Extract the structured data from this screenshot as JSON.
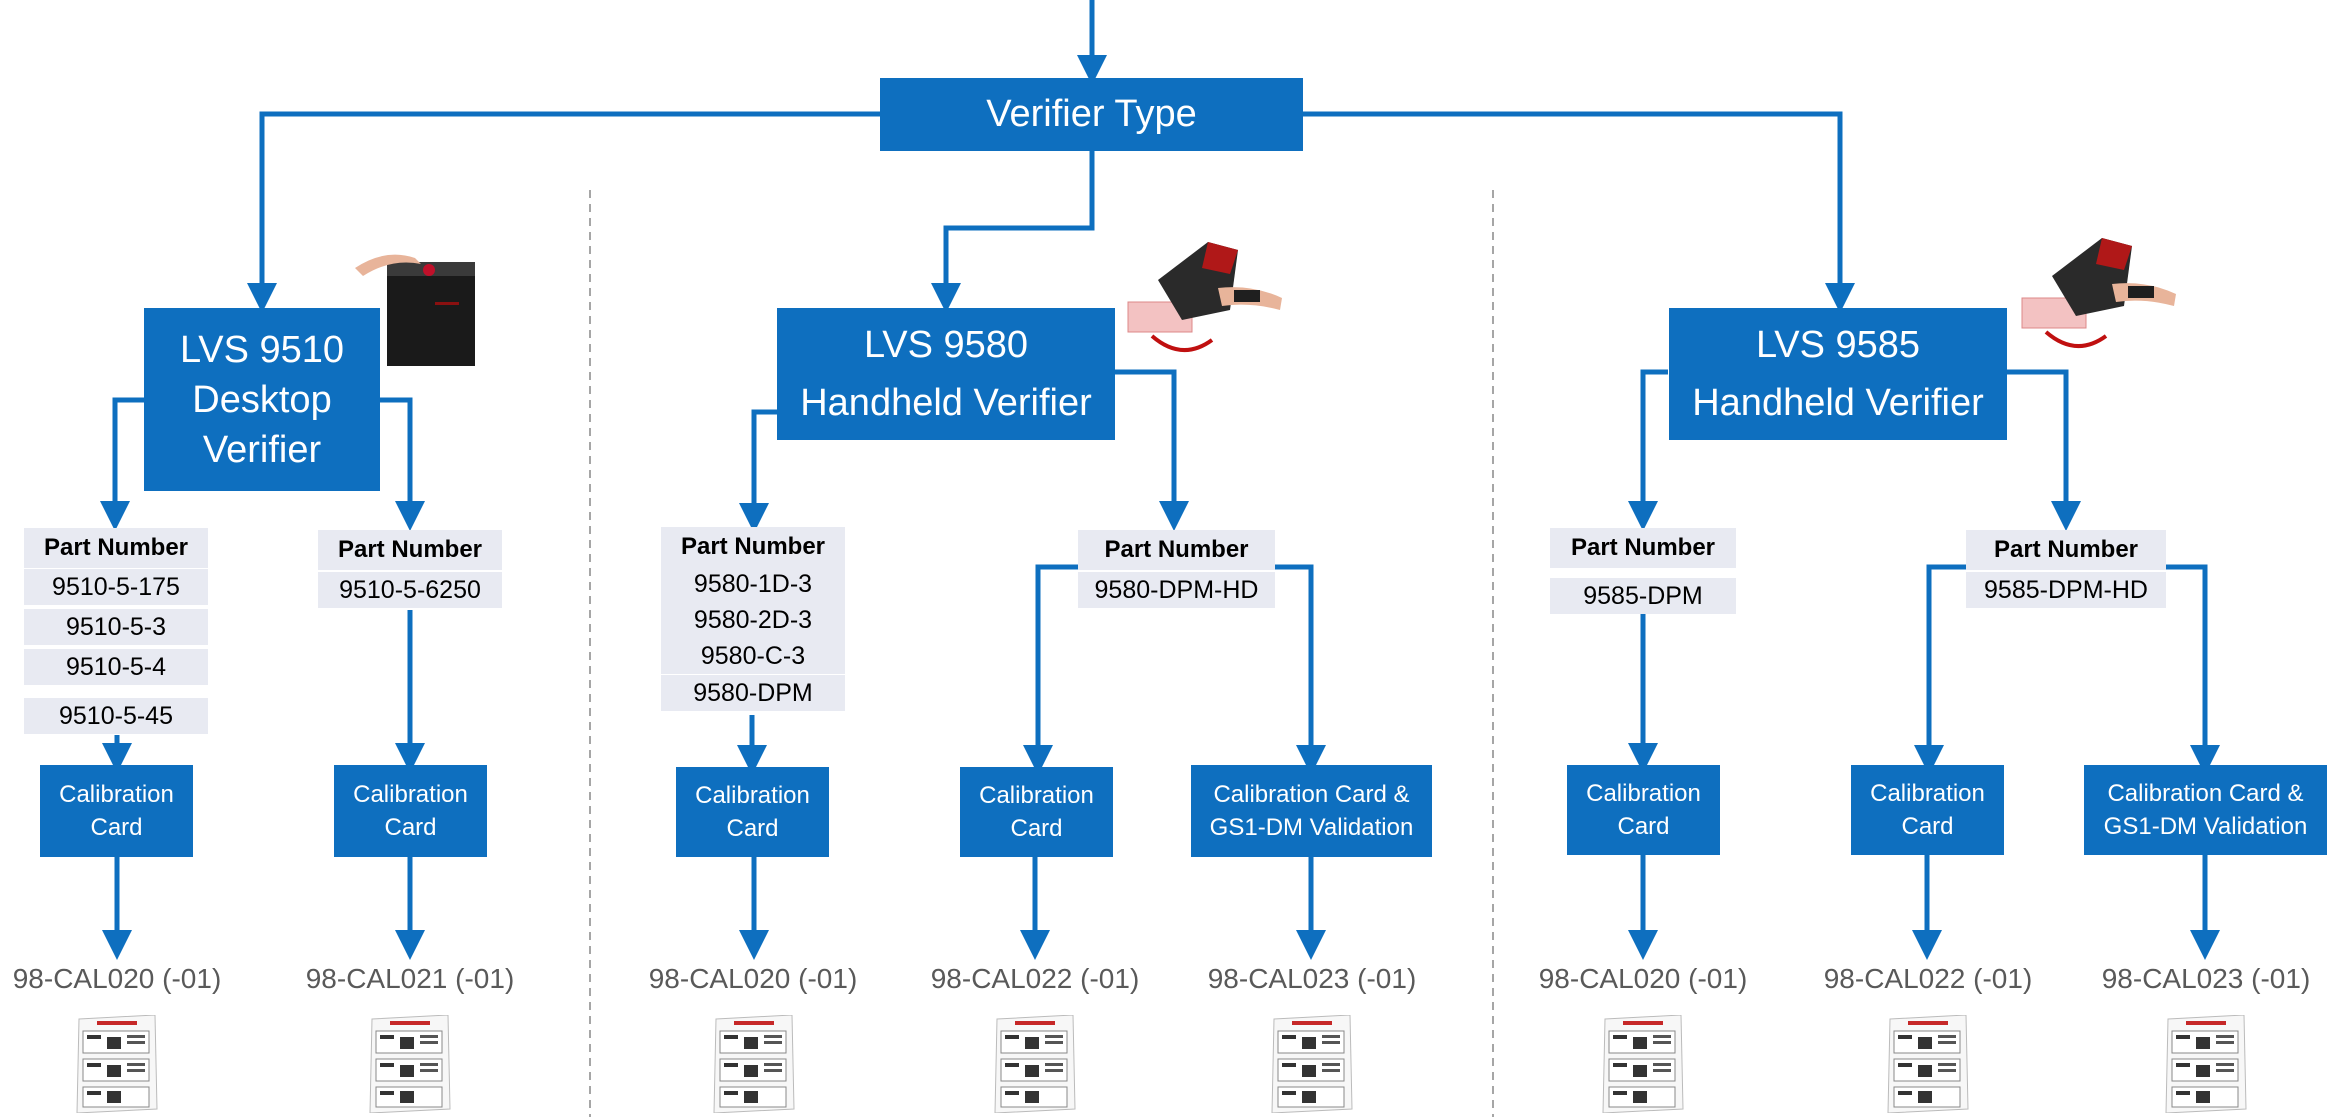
{
  "title": "Verifier Type",
  "models": [
    {
      "line1": "LVS 9510",
      "line2": "Desktop",
      "line3": "Verifier"
    },
    {
      "line1": "LVS 9580",
      "line2": "Handheld Verifier"
    },
    {
      "line1": "LVS 9585",
      "line2": "Handheld Verifier"
    }
  ],
  "part_header": "Part Number",
  "parts": {
    "p9510a": [
      "9510-5-175",
      "9510-5-3",
      "9510-5-4",
      "9510-5-45"
    ],
    "p9510b": [
      "9510-5-6250"
    ],
    "p9580a": [
      "9580-1D-3",
      "9580-2D-3",
      "9580-C-3",
      "9580-DPM"
    ],
    "p9580b": [
      "9580-DPM-HD"
    ],
    "p9585a": [
      "9585-DPM"
    ],
    "p9585b": [
      "9585-DPM-HD"
    ]
  },
  "cal": {
    "card_l1": "Calibration",
    "card_l2": "Card",
    "gs1_l1": "Calibration Card &",
    "gs1_l2": "GS1-DM Validation"
  },
  "results": [
    "98-CAL020 (-01)",
    "98-CAL021 (-01)",
    "98-CAL020 (-01)",
    "98-CAL022 (-01)",
    "98-CAL023 (-01)",
    "98-CAL020 (-01)",
    "98-CAL022 (-01)",
    "98-CAL023 (-01)"
  ],
  "colors": {
    "accent": "#0e6fbf",
    "part_bg": "#e8eaf2",
    "result_text": "#595959"
  }
}
